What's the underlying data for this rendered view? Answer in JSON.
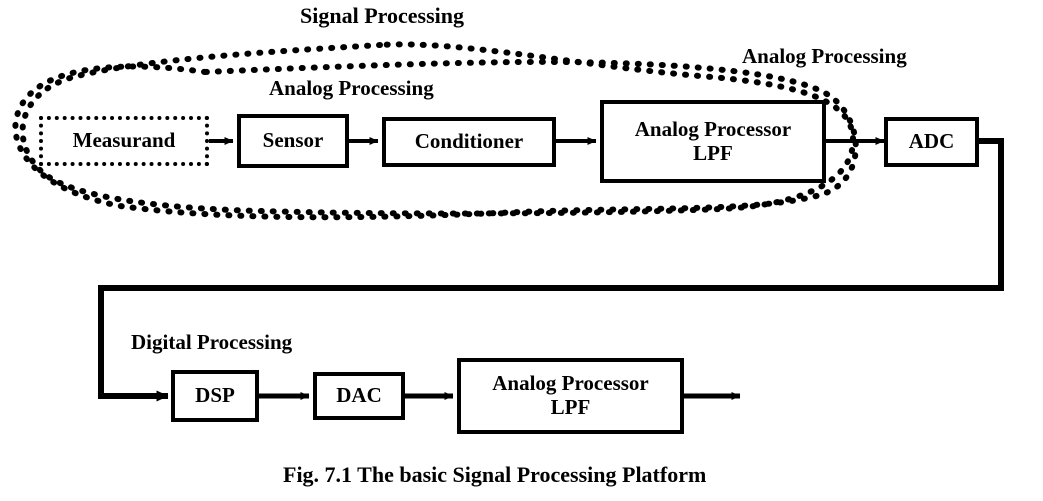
{
  "figure": {
    "caption": "Fig. 7.1 The basic Signal Processing Platform",
    "ink_color": "#000000",
    "background_color": "#ffffff"
  },
  "group_labels": {
    "signal_processing": "Signal Processing",
    "analog_processing_top": "Analog Processing",
    "analog_processing_right": "Analog Processing",
    "digital_processing": "Digital Processing"
  },
  "nodes": {
    "measurand": {
      "label": "Measurand",
      "border_style": "dotted"
    },
    "sensor": {
      "label": "Sensor",
      "border_style": "solid"
    },
    "conditioner": {
      "label": "Conditioner",
      "border_style": "solid"
    },
    "analog_processor_top_line1": "Analog Processor",
    "analog_processor_top_line2": "LPF",
    "adc": {
      "label": "ADC",
      "border_style": "solid"
    },
    "dsp": {
      "label": "DSP",
      "border_style": "solid"
    },
    "dac": {
      "label": "DAC",
      "border_style": "solid"
    },
    "analog_processor_bottom_line1": "Analog Processor",
    "analog_processor_bottom_line2": "LPF"
  },
  "flow": {
    "order": [
      "Measurand",
      "Sensor",
      "Conditioner",
      "Analog Processor LPF",
      "ADC",
      "DSP",
      "DAC",
      "Analog Processor LPF"
    ]
  }
}
